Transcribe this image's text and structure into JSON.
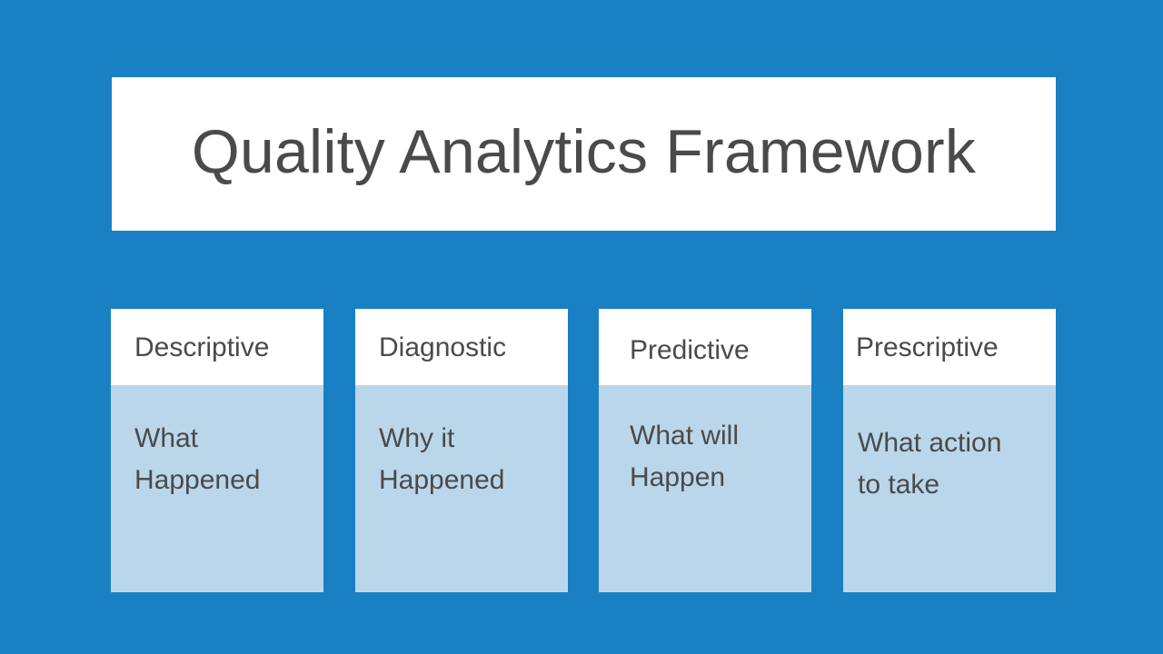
{
  "slide": {
    "background_color": "#1a80c4",
    "title": "Quality Analytics Framework",
    "title_color": "#4a4a4a",
    "title_band_color": "#ffffff",
    "card_header_color": "#ffffff",
    "card_body_color": "#bad6eb",
    "card_text_color": "#4a4a4a"
  },
  "cards": [
    {
      "heading": "Descriptive",
      "body": "What\nHappened"
    },
    {
      "heading": "Diagnostic",
      "body": "Why it\nHappened"
    },
    {
      "heading": "Predictive",
      "body": "What will\nHappen"
    },
    {
      "heading": "Prescriptive",
      "body": "What action\nto take"
    }
  ]
}
